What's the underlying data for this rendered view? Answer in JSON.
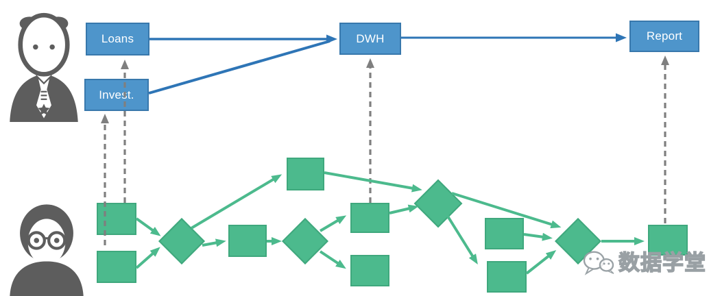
{
  "actors": {
    "business_user": {
      "icon": "businessman-icon"
    },
    "data_engineer": {
      "icon": "person-glasses-icon"
    }
  },
  "systems": {
    "loans": {
      "label": "Loans"
    },
    "invest": {
      "label": "Invest."
    },
    "dwh": {
      "label": "DWH"
    },
    "report": {
      "label": "Report"
    }
  },
  "watermark": {
    "icon": "wechat-bubbles-icon",
    "text": "数据学堂"
  },
  "colors": {
    "system_box_fill": "#4E95CB",
    "system_box_border": "#3878AC",
    "blue_arrow": "#2E75B6",
    "pipeline_green_fill": "#4CBA8D",
    "pipeline_green_border": "#3FA87D",
    "dashed_arrow_gray": "#7F7F7F",
    "actor_gray": "#5D5D5D"
  }
}
